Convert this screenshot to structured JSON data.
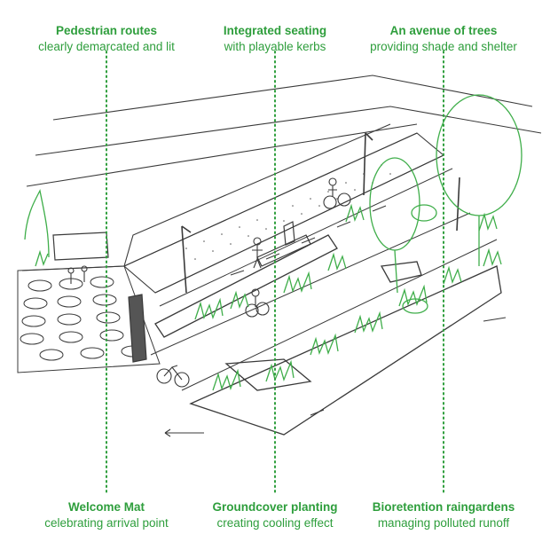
{
  "annotations_top": [
    {
      "title": "Pedestrian routes",
      "subtitle": "clearly demarcated and lit"
    },
    {
      "title": "Integrated seating",
      "subtitle": "with playable kerbs"
    },
    {
      "title": "An avenue of trees",
      "subtitle": "providing shade and shelter"
    }
  ],
  "annotations_bottom": [
    {
      "title": "Welcome Mat",
      "subtitle": "celebrating arrival point"
    },
    {
      "title": "Groundcover planting",
      "subtitle": "creating cooling effect"
    },
    {
      "title": "Bioretention raingardens",
      "subtitle": "managing polluted runoff"
    }
  ],
  "colors": {
    "accent": "#2e9e3c",
    "sketch": "#3a3a3a",
    "planting": "#3fae4a"
  }
}
